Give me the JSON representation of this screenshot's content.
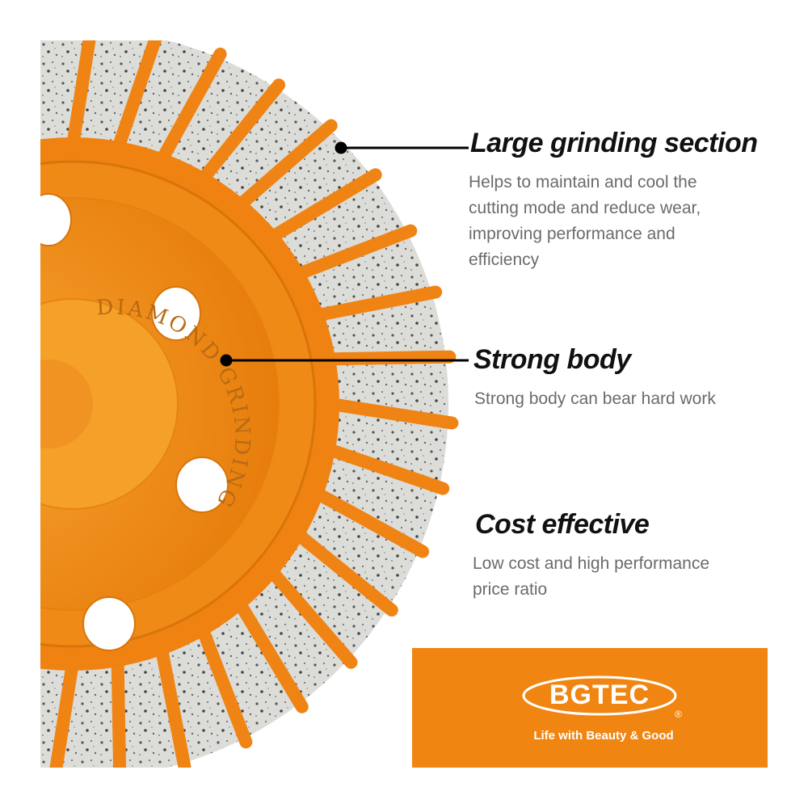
{
  "image": {
    "wheel_text": "DIAMOND GRINDING",
    "colors": {
      "orange": "#f18512",
      "orange_dark": "#c96a0a",
      "segment_silver": "#dcdcd8",
      "text_title": "#111111",
      "text_desc": "#6b6b6b"
    }
  },
  "features": [
    {
      "title": "Large grinding section",
      "description": "Helps to maintain and cool the\ncutting mode and reduce wear,\n improving performance and\nefficiency"
    },
    {
      "title": "Strong body",
      "description": "Strong body can bear hard work"
    },
    {
      "title": "Cost effective",
      "description": "Low cost and high performance\nprice ratio"
    }
  ],
  "brand": {
    "logo_text": "BGTEC",
    "registered": "®",
    "tagline": "Life with Beauty & Good"
  }
}
